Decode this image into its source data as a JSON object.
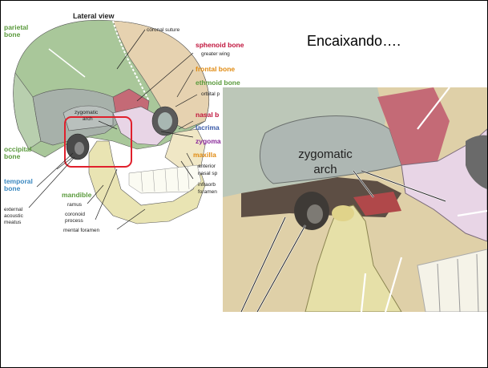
{
  "slide": {
    "caption": "Encaixando…."
  },
  "diagram": {
    "title": "Lateral view",
    "labels_left": {
      "parietal": "parietal bone",
      "occipital": "occipital bone",
      "temporal": "temporal bone",
      "external_acoustic": "external acoustic meatus"
    },
    "labels_right": {
      "coronal_suture": "coronal suture",
      "sphenoid": "sphenoid bone",
      "greater_wing": "greater wing",
      "frontal": "frontal bone",
      "ethmoid": "ethmoid bone",
      "orbital": "orbital p",
      "nasal": "nasal b",
      "lacrimal": "lacrima",
      "zygomatic_bone": "zygoma",
      "maxilla": "maxilla",
      "anterior": "anterior",
      "nasal_spine": "nasal sp",
      "infraorbital": "infraorb",
      "foramen": "foramen"
    },
    "labels_bottom": {
      "mandible": "mandible",
      "ramus": "ramus",
      "coronoid": "coronoid process",
      "mental_foramen": "mental foramen"
    },
    "zygomatic_arch": "zygomatic arch",
    "colors": {
      "parietal": "#a9c79a",
      "frontal": "#e6d2b0",
      "sphenoid": "#c46a76",
      "temporal": "#9aa8a0",
      "zygomatic": "#e8d5e6",
      "mandible": "#e9e4b3",
      "highlight": "#e0202c",
      "label_green": "#5a9a3c",
      "label_red": "#c0143c",
      "label_orange": "#e08a10",
      "label_blue": "#3a5aa8",
      "label_purple": "#8a2a9a"
    }
  },
  "zoom": {
    "zygomatic_arch": "zygomatic arch"
  }
}
